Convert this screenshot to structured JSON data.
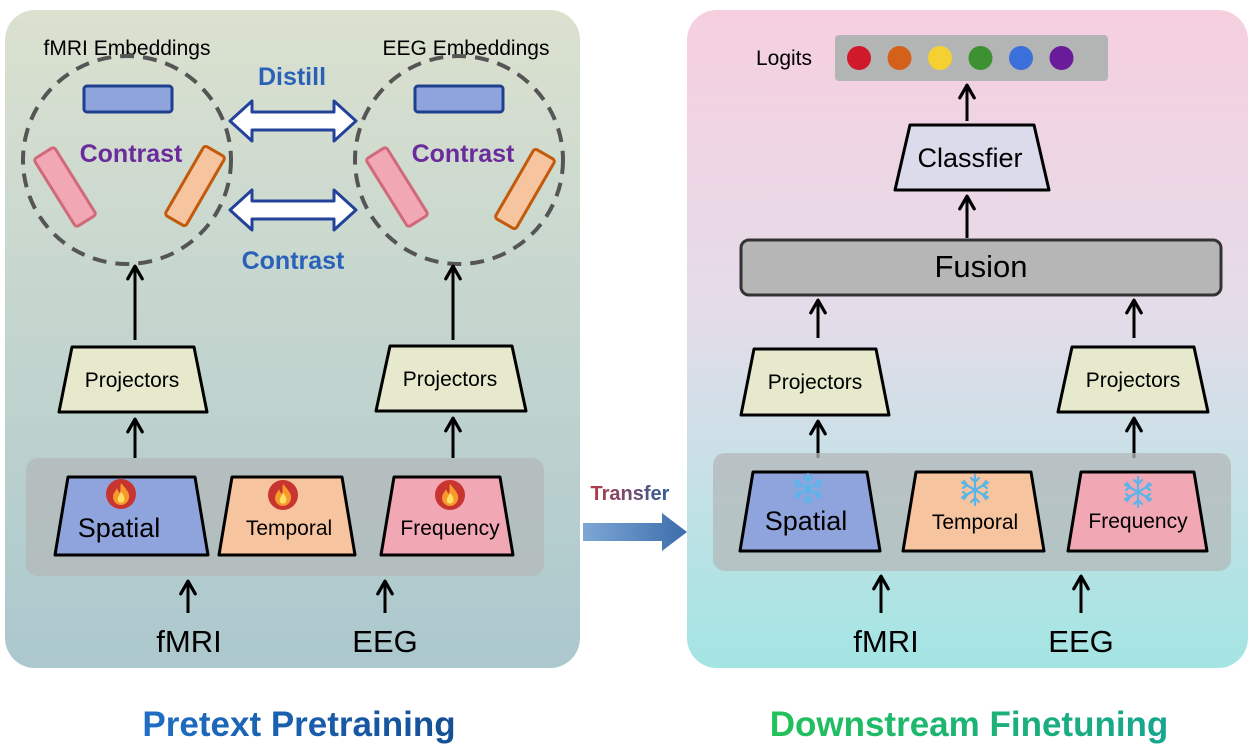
{
  "left_panel": {
    "fmri_embeddings_label": "fMRI Embeddings",
    "eeg_embeddings_label": "EEG Embeddings",
    "distill_label": "Distill",
    "contrast_between_label": "Contrast",
    "contrast_left_label": "Contrast",
    "contrast_right_label": "Contrast",
    "projectors_left": "Projectors",
    "projectors_right": "Projectors",
    "encoders": [
      "Spatial",
      "Temporal",
      "Frequency"
    ],
    "inputs": [
      "fMRI",
      "EEG"
    ],
    "encoder_state_icon": "fire-icon",
    "title": "Pretext Pretraining"
  },
  "transfer_label": "Transfer",
  "right_panel": {
    "logits_label": "Logits",
    "logit_colors": [
      "#d0192b",
      "#d4611a",
      "#f5d033",
      "#3e9133",
      "#3b6fd9",
      "#6a1b9a"
    ],
    "classifier_label": "Classfier",
    "fusion_label": "Fusion",
    "projectors_left": "Projectors",
    "projectors_right": "Projectors",
    "encoders": [
      "Spatial",
      "Temporal",
      "Frequency"
    ],
    "inputs": [
      "fMRI",
      "EEG"
    ],
    "encoder_state_icon": "snowflake-icon",
    "title": "Downstream Finetuning"
  },
  "colors": {
    "spatial": "#8fa3dc",
    "temporal": "#f6c49e",
    "frequency": "#f2a7b4",
    "projector": "#e6e9cc",
    "classifier": "#dcdbec",
    "contrast_text": "#6a2c9c",
    "arrow_text": "#2a62b8",
    "left_title": "#1f6ec4",
    "right_title": "#1cb65c"
  }
}
